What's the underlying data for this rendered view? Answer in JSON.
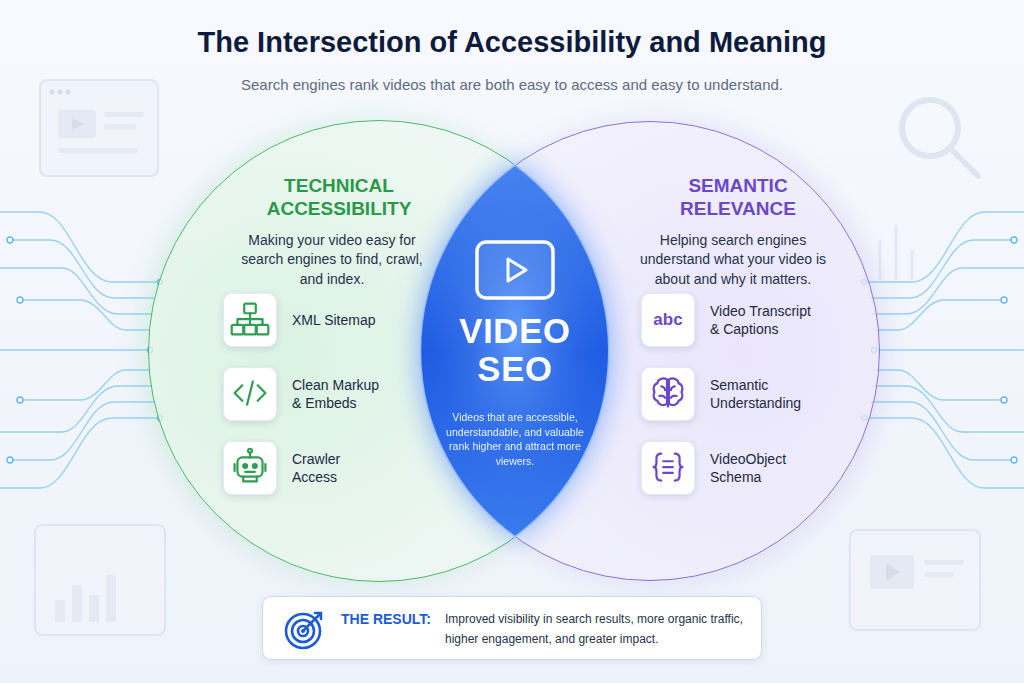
{
  "diagram": {
    "title": "The Intersection of Accessibility and Meaning",
    "caption": "Search engines rank videos that are both easy to access and easy to understand.",
    "nodes": [
      {
        "text": [
          "TECHNICAL ACCESSIBILITY",
          "Making your video easy for search engines to find, crawl, and index."
        ]
      },
      {
        "text": [
          "XML Sitemap"
        ],
        "in": 0
      },
      {
        "text": [
          "Clean Markup & Embeds"
        ],
        "in": 0
      },
      {
        "text": [
          "Crawler Access"
        ],
        "in": 0
      },
      {
        "text": [
          "VIDEO SEO",
          "Videos that are accessible, understandable, and valuable rank higher and attract more viewers."
        ]
      },
      {
        "text": [
          "SEMANTIC RELEVANCE",
          "Helping search engines understand what your video is about and why it matters."
        ]
      },
      {
        "text": [
          "abc",
          "Video Transcript & Captions"
        ],
        "in": 5
      },
      {
        "text": [
          "Semantic Understanding"
        ],
        "in": 5
      },
      {
        "text": [
          "VideoObject Schema"
        ],
        "in": 5
      },
      {
        "text": [
          "THE RESULT:",
          "Improved visibility in search results, more organic traffic, higher engagement, and greater impact."
        ]
      }
    ]
  }
}
